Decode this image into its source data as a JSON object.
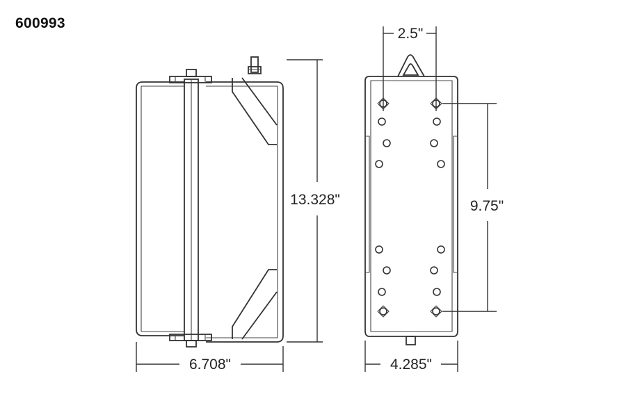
{
  "part_number": "600993",
  "dimensions": {
    "side_height": "13.328\"",
    "side_width": "6.708\"",
    "front_width": "4.285\"",
    "hole_spacing_horizontal": "2.5\"",
    "hole_spacing_vertical": "9.75\""
  },
  "colors": {
    "line": "#333333",
    "background": "#ffffff"
  }
}
